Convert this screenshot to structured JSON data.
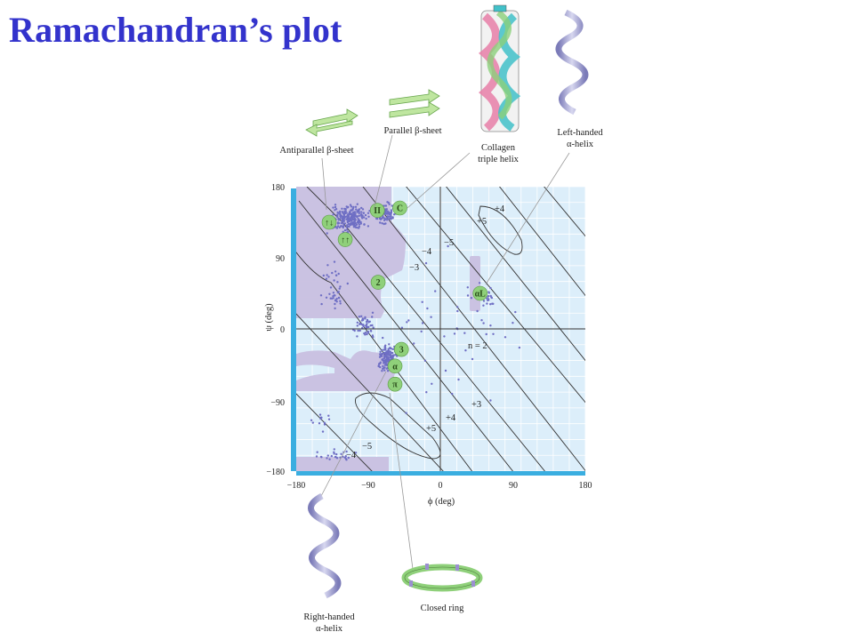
{
  "slide": {
    "title": "Ramachandran’s plot"
  },
  "chart_data": {
    "type": "scatter",
    "xlabel": "ϕ (deg)",
    "ylabel": "ψ (deg)",
    "xlim": [
      -180,
      180
    ],
    "ylim": [
      -180,
      180
    ],
    "x_ticks": [
      "−180",
      "−90",
      "0",
      "90",
      "180"
    ],
    "y_ticks": [
      "180",
      "90",
      "0",
      "−90",
      "−180"
    ],
    "grid": true,
    "structures": [
      {
        "id": "antiparallel",
        "label": "↑↓",
        "phi": -139,
        "psi": 135
      },
      {
        "id": "parallel",
        "label": "↑↑",
        "phi": -119,
        "psi": 113
      },
      {
        "id": "polypro",
        "label": "II",
        "phi": -79,
        "psi": 150
      },
      {
        "id": "collagen",
        "label": "C",
        "phi": -51,
        "psi": 153
      },
      {
        "id": "ribbon",
        "label": "2",
        "phi": -78,
        "psi": 59
      },
      {
        "id": "three10",
        "label": "3",
        "phi": -49,
        "psi": -26
      },
      {
        "id": "alpha",
        "label": "α",
        "phi": -57,
        "psi": -47
      },
      {
        "id": "pi",
        "label": "π",
        "phi": -57,
        "psi": -70
      },
      {
        "id": "lefthanded",
        "label": "αL",
        "phi": 49,
        "psi": 45
      }
    ],
    "contour_labels": [
      "+4",
      "+5",
      "−5",
      "−4",
      "−3",
      "n = 2",
      "+3",
      "+4",
      "+5",
      "−5",
      "−4"
    ]
  },
  "annotations": {
    "antiparallel": "Antiparallel β-sheet",
    "parallel": "Parallel β-sheet",
    "collagen_1": "Collagen",
    "collagen_2": "triple helix",
    "left_1": "Left-handed",
    "left_2": "α-helix",
    "right_1": "Right-handed",
    "right_2": "α-helix",
    "ring": "Closed ring"
  },
  "colors": {
    "title": "#3333cc",
    "plot_bg": "#dceefa",
    "grid": "#ffffff",
    "allowed_region": "#c8bfe0",
    "dots": "#6f6fc4",
    "marker": "#8fd07a",
    "axis_bar": "#3aaee0"
  }
}
